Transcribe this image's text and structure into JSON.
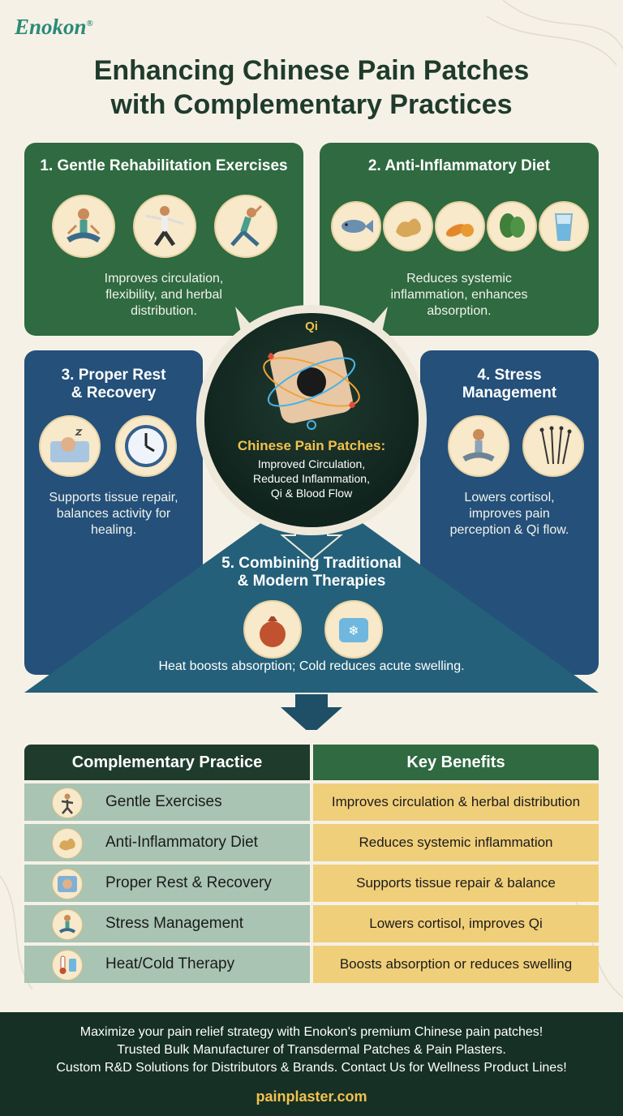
{
  "brand": "Enokon",
  "brand_mark": "®",
  "title_line1": "Enhancing Chinese Pain Patches",
  "title_line2": "with Complementary Practices",
  "panels": {
    "p1": {
      "title": "1. Gentle Rehabilitation Exercises",
      "desc1": "Improves circulation,",
      "desc2": "flexibility, and herbal",
      "desc3": "distribution."
    },
    "p2": {
      "title": "2. Anti-Inflammatory Diet",
      "desc1": "Reduces systemic",
      "desc2": "inflammation, enhances",
      "desc3": "absorption."
    },
    "p3": {
      "title1": "3. Proper Rest",
      "title2": "& Recovery",
      "desc1": "Supports tissue repair,",
      "desc2": "balances activity for",
      "desc3": "healing."
    },
    "p4": {
      "title1": "4. Stress",
      "title2": "Management",
      "desc1": "Lowers cortisol,",
      "desc2": "improves pain",
      "desc3": "perception & Qi flow."
    },
    "p5": {
      "title1": "5. Combining Traditional",
      "title2": "& Modern Therapies",
      "desc": "Heat boosts absorption; Cold reduces acute swelling."
    }
  },
  "hub": {
    "qi": "Qi",
    "title": "Chinese Pain Patches:",
    "line1": "Improved Circulation,",
    "line2": "Reduced Inflammation,",
    "line3": "Qi & Blood Flow"
  },
  "table": {
    "header_left": "Complementary Practice",
    "header_right": "Key Benefits",
    "rows": [
      {
        "practice": "Gentle Exercises",
        "benefit": "Improves circulation & herbal distribution",
        "icon": "tai-chi-icon"
      },
      {
        "practice": "Anti-Inflammatory Diet",
        "benefit": "Reduces systemic inflammation",
        "icon": "ginger-icon"
      },
      {
        "practice": "Proper Rest & Recovery",
        "benefit": "Supports tissue repair & balance",
        "icon": "sleeping-person-icon"
      },
      {
        "practice": "Stress Management",
        "benefit": "Lowers cortisol, improves Qi",
        "icon": "meditation-icon"
      },
      {
        "practice": "Heat/Cold Therapy",
        "benefit": "Boosts absorption or reduces swelling",
        "icon": "thermometer-icon"
      }
    ]
  },
  "footer": {
    "line1": "Maximize your pain relief strategy with Enokon's premium Chinese pain patches!",
    "line2": "Trusted Bulk Manufacturer of Transdermal Patches & Pain Plasters.",
    "line3": "Custom R&D Solutions for Distributors & Brands. Contact Us for Wellness Product Lines!",
    "site": "painplaster.com"
  },
  "colors": {
    "green_panel": "#2f6a41",
    "blue_panel": "#24507a",
    "accent_gold": "#f2c14e",
    "teal_brand": "#2b8a78"
  }
}
